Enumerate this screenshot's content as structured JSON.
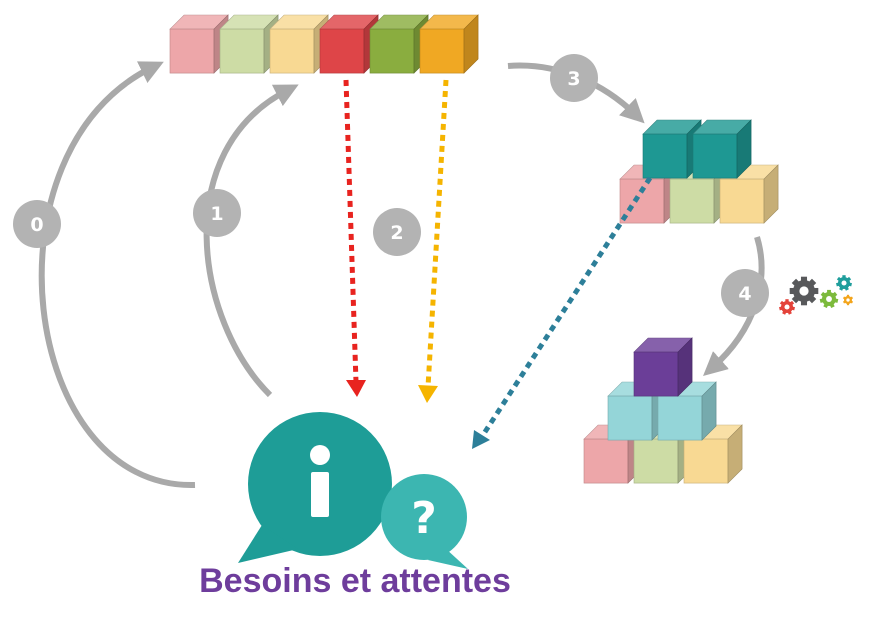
{
  "caption": "Besoins et attentes",
  "steps": [
    "0",
    "1",
    "2",
    "3",
    "4"
  ],
  "icons": {
    "info": "i",
    "question": "?"
  },
  "colors": {
    "gray": "#a9a9a9",
    "teal": "#1e9d97",
    "teal_light": "#3cb6b1",
    "purple": "#6e3d9c",
    "red_dot": "#e8231f",
    "yellow_dot": "#f5b400",
    "blue_dot": "#2d7f99",
    "cube_pink": "#eda6a9",
    "cube_green": "#cddca5",
    "cube_yellow": "#f8d993",
    "cube_red": "#de4548",
    "cube_olive": "#8aad3f",
    "cube_orange": "#f0a823",
    "cube_teal": "#1e9893",
    "cube_cyan": "#94d5d8",
    "cube_purple": "#6b3e98",
    "gear_dark": "#58595b",
    "gear_red": "#e4433a",
    "gear_green": "#7cba3c",
    "gear_teal": "#1f9e9c",
    "gear_orange": "#f3a51c"
  }
}
